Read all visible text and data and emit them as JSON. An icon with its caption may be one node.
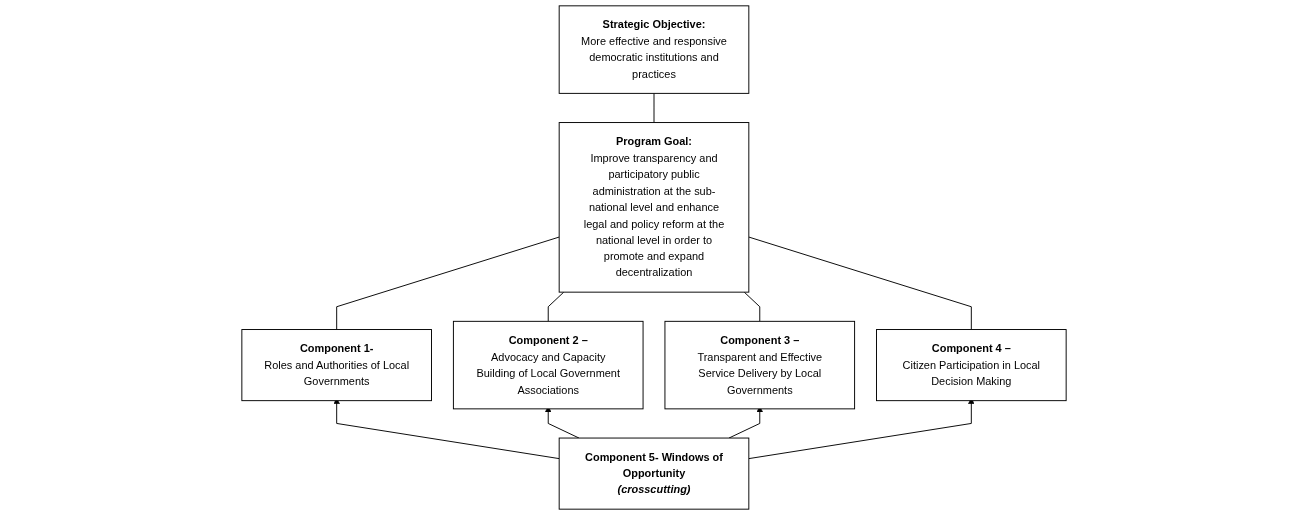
{
  "diagram": {
    "nodes": [
      {
        "text": [
          "Strategic Objective:",
          "More effective and responsive democratic institutions and practices"
        ]
      },
      {
        "text": [
          "Program Goal:",
          "Improve transparency and participatory public administration at the sub-national level and enhance legal and policy reform at the national level in order to promote and expand decentralization"
        ]
      },
      {
        "text": [
          "Component 1-",
          "Roles and Authorities of Local Governments"
        ]
      },
      {
        "text": [
          "Component 2 –",
          "Advocacy and Capacity Building of Local Government Associations"
        ]
      },
      {
        "text": [
          "Component 3 –",
          "Transparent and Effective Service Delivery by Local Governments"
        ]
      },
      {
        "text": [
          "Component 4 –",
          "Citizen Participation in Local Decision Making"
        ]
      },
      {
        "text": [
          "Component 5- Windows of Opportunity",
          "(crosscutting)"
        ]
      }
    ],
    "edges": [
      {
        "from": 0,
        "to": 1,
        "arrow": "none"
      },
      {
        "from": 1,
        "to": 2,
        "arrow": "none"
      },
      {
        "from": 1,
        "to": 3,
        "arrow": "none"
      },
      {
        "from": 1,
        "to": 4,
        "arrow": "none"
      },
      {
        "from": 1,
        "to": 5,
        "arrow": "none"
      },
      {
        "from": 6,
        "to": 2,
        "arrow": "to"
      },
      {
        "from": 6,
        "to": 3,
        "arrow": "to"
      },
      {
        "from": 6,
        "to": 4,
        "arrow": "to"
      },
      {
        "from": 6,
        "to": 5,
        "arrow": "to"
      }
    ]
  }
}
